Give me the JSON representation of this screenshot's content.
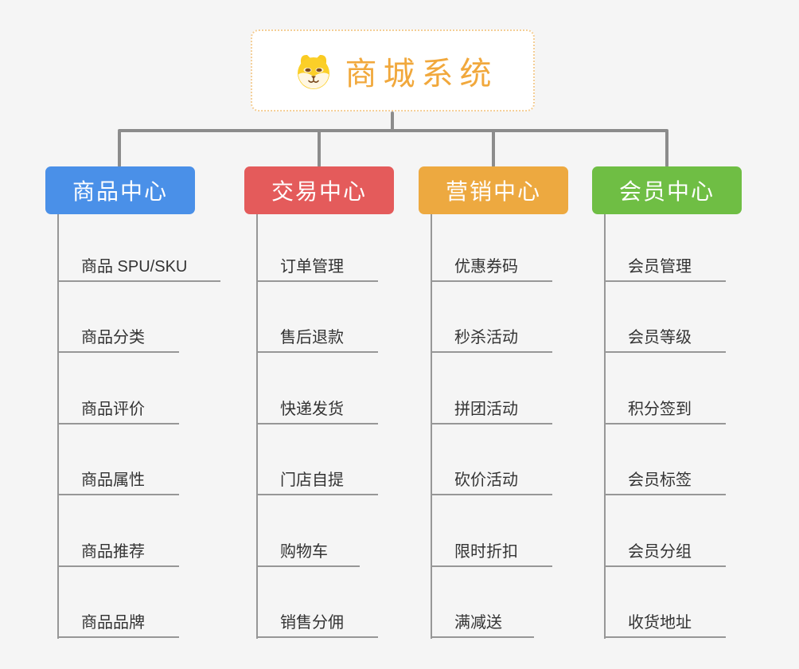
{
  "root": {
    "title": "商城系统",
    "icon": "shiba-dog-icon"
  },
  "colors": {
    "background": "#F5F5F5",
    "connector": "#8C8C8C",
    "subline": "#979797",
    "text": "#333333",
    "root_title": "#F1A83C",
    "root_border": "#F4CE96"
  },
  "branches": [
    {
      "label": "商品中心",
      "color": "#4A90E8",
      "children": [
        "商品 SPU/SKU",
        "商品分类",
        "商品评价",
        "商品属性",
        "商品推荐",
        "商品品牌"
      ]
    },
    {
      "label": "交易中心",
      "color": "#E45B5B",
      "children": [
        "订单管理",
        "售后退款",
        "快递发货",
        "门店自提",
        "购物车",
        "销售分佣"
      ]
    },
    {
      "label": "营销中心",
      "color": "#EDA940",
      "children": [
        "优惠券码",
        "秒杀活动",
        "拼团活动",
        "砍价活动",
        "限时折扣",
        "满减送"
      ]
    },
    {
      "label": "会员中心",
      "color": "#6FBE44",
      "children": [
        "会员管理",
        "会员等级",
        "积分签到",
        "会员标签",
        "会员分组",
        "收货地址"
      ]
    }
  ]
}
